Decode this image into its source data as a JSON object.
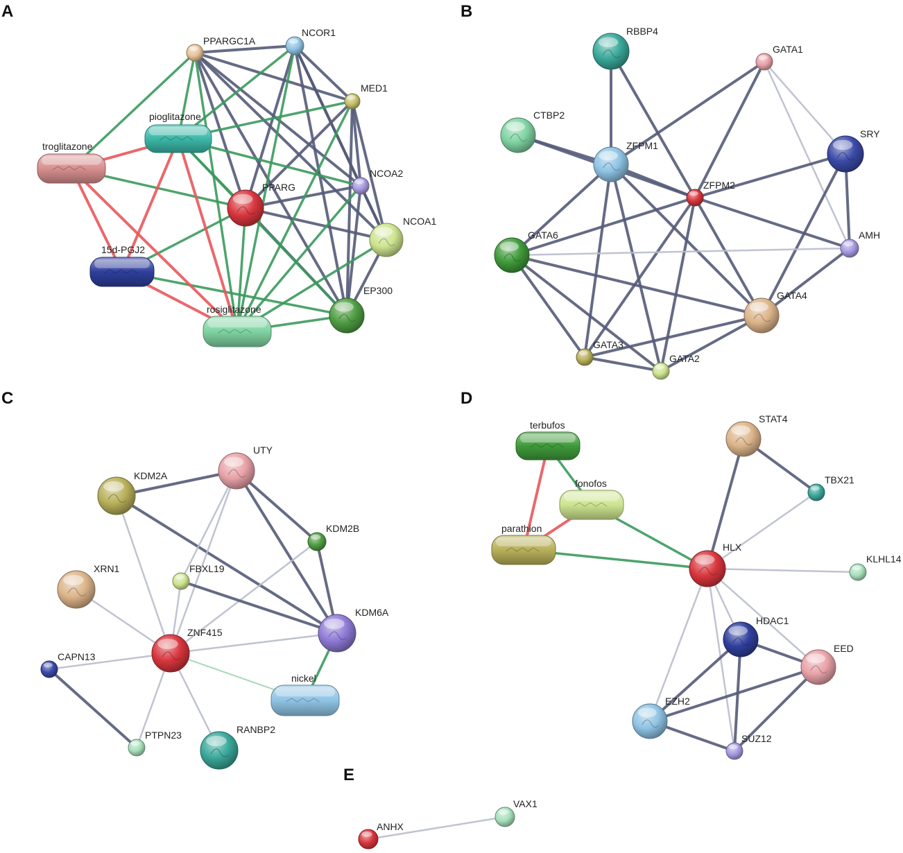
{
  "colors": {
    "protein_protein": "#545b78",
    "protein_protein_weak": "#b9bdcc",
    "chemical_protein": "#3a9a5c",
    "chemical_chemical": "#e8585b"
  },
  "panels": [
    {
      "letter": "A",
      "nodes": [
        {
          "id": "PPARGC1A",
          "label": "PPARGC1A",
          "kind": "protein",
          "color": "#e8c49a"
        },
        {
          "id": "NCOR1",
          "label": "NCOR1",
          "kind": "protein",
          "color": "#8fc3e4"
        },
        {
          "id": "MED1",
          "label": "MED1",
          "kind": "protein",
          "color": "#c7c26a"
        },
        {
          "id": "NCOA2",
          "label": "NCOA2",
          "kind": "protein",
          "color": "#a89ae0"
        },
        {
          "id": "NCOA1",
          "label": "NCOA1",
          "kind": "protein",
          "color": "#cde48f"
        },
        {
          "id": "EP300",
          "label": "EP300",
          "kind": "protein",
          "color": "#4f9e43"
        },
        {
          "id": "PPARG",
          "label": "PPARG",
          "kind": "protein",
          "color": "#d8363d"
        },
        {
          "id": "pioglitazone",
          "label": "pioglitazone",
          "kind": "chemical",
          "color": "#3cb8a8"
        },
        {
          "id": "troglitazone",
          "label": "troglitazone",
          "kind": "chemical",
          "color": "#d88f8f"
        },
        {
          "id": "15d-PGJ2",
          "label": "15d-PGJ2",
          "kind": "chemical",
          "color": "#2f3f9c"
        },
        {
          "id": "rosiglitazone",
          "label": "rosiglitazone",
          "kind": "chemical",
          "color": "#7fd3a2"
        }
      ],
      "edges": [
        [
          "PPARGC1A",
          "NCOR1",
          "pp"
        ],
        [
          "PPARGC1A",
          "MED1",
          "pp"
        ],
        [
          "PPARGC1A",
          "NCOA2",
          "pp"
        ],
        [
          "PPARGC1A",
          "NCOA1",
          "pp"
        ],
        [
          "PPARGC1A",
          "EP300",
          "pp"
        ],
        [
          "PPARGC1A",
          "PPARG",
          "pp"
        ],
        [
          "NCOR1",
          "MED1",
          "pp"
        ],
        [
          "NCOR1",
          "NCOA2",
          "pp"
        ],
        [
          "NCOR1",
          "NCOA1",
          "pp"
        ],
        [
          "NCOR1",
          "EP300",
          "pp"
        ],
        [
          "NCOR1",
          "PPARG",
          "pp"
        ],
        [
          "MED1",
          "NCOA2",
          "pp"
        ],
        [
          "MED1",
          "NCOA1",
          "pp"
        ],
        [
          "MED1",
          "EP300",
          "pp"
        ],
        [
          "MED1",
          "PPARG",
          "pp"
        ],
        [
          "NCOA2",
          "NCOA1",
          "pp"
        ],
        [
          "NCOA2",
          "EP300",
          "pp"
        ],
        [
          "NCOA2",
          "PPARG",
          "pp"
        ],
        [
          "NCOA1",
          "EP300",
          "pp"
        ],
        [
          "NCOA1",
          "PPARG",
          "pp"
        ],
        [
          "EP300",
          "PPARG",
          "pp"
        ],
        [
          "troglitazone",
          "PPARGC1A",
          "cp"
        ],
        [
          "troglitazone",
          "PPARG",
          "cp"
        ],
        [
          "pioglitazone",
          "PPARGC1A",
          "cp"
        ],
        [
          "pioglitazone",
          "NCOR1",
          "cp"
        ],
        [
          "pioglitazone",
          "MED1",
          "cp"
        ],
        [
          "pioglitazone",
          "NCOA2",
          "cp"
        ],
        [
          "pioglitazone",
          "PPARG",
          "cp"
        ],
        [
          "pioglitazone",
          "EP300",
          "cp"
        ],
        [
          "15d-PGJ2",
          "PPARG",
          "cp"
        ],
        [
          "15d-PGJ2",
          "EP300",
          "cp"
        ],
        [
          "rosiglitazone",
          "PPARGC1A",
          "cp"
        ],
        [
          "rosiglitazone",
          "NCOR1",
          "cp"
        ],
        [
          "rosiglitazone",
          "MED1",
          "cp"
        ],
        [
          "rosiglitazone",
          "NCOA2",
          "cp"
        ],
        [
          "rosiglitazone",
          "NCOA1",
          "cp"
        ],
        [
          "rosiglitazone",
          "EP300",
          "cp"
        ],
        [
          "rosiglitazone",
          "PPARG",
          "cp"
        ],
        [
          "troglitazone",
          "15d-PGJ2",
          "cc"
        ],
        [
          "troglitazone",
          "rosiglitazone",
          "cc"
        ],
        [
          "troglitazone",
          "pioglitazone",
          "cc"
        ],
        [
          "pioglitazone",
          "15d-PGJ2",
          "cc"
        ],
        [
          "pioglitazone",
          "rosiglitazone",
          "cc"
        ],
        [
          "15d-PGJ2",
          "rosiglitazone",
          "cc"
        ]
      ]
    },
    {
      "letter": "B",
      "nodes": [
        {
          "id": "RBBP4",
          "label": "RBBP4",
          "kind": "protein",
          "color": "#3aa89a"
        },
        {
          "id": "GATA1",
          "label": "GATA1",
          "kind": "protein",
          "color": "#e8a2a8"
        },
        {
          "id": "CTBP2",
          "label": "CTBP2",
          "kind": "protein",
          "color": "#7fd3a2"
        },
        {
          "id": "ZFPM1",
          "label": "ZFPM1",
          "kind": "protein",
          "color": "#8fc3e4"
        },
        {
          "id": "ZFPM2",
          "label": "ZFPM2",
          "kind": "protein",
          "color": "#d8363d"
        },
        {
          "id": "SRY",
          "label": "SRY",
          "kind": "protein",
          "color": "#3b4aa8"
        },
        {
          "id": "GATA6",
          "label": "GATA6",
          "kind": "protein",
          "color": "#3f9a3a"
        },
        {
          "id": "AMH",
          "label": "AMH",
          "kind": "protein",
          "color": "#a89ae0"
        },
        {
          "id": "GATA4",
          "label": "GATA4",
          "kind": "protein",
          "color": "#dcb48a"
        },
        {
          "id": "GATA3",
          "label": "GATA3",
          "kind": "protein",
          "color": "#b8b05a"
        },
        {
          "id": "GATA2",
          "label": "GATA2",
          "kind": "protein",
          "color": "#cde48f"
        }
      ],
      "edges": [
        [
          "RBBP4",
          "ZFPM1",
          "pp"
        ],
        [
          "RBBP4",
          "ZFPM2",
          "pp"
        ],
        [
          "CTBP2",
          "ZFPM1",
          "pp"
        ],
        [
          "CTBP2",
          "ZFPM2",
          "pp"
        ],
        [
          "GATA1",
          "ZFPM1",
          "pp"
        ],
        [
          "GATA1",
          "ZFPM2",
          "pp"
        ],
        [
          "GATA1",
          "SRY",
          "pw"
        ],
        [
          "GATA1",
          "AMH",
          "pw"
        ],
        [
          "ZFPM1",
          "ZFPM2",
          "pp"
        ],
        [
          "ZFPM1",
          "GATA6",
          "pp"
        ],
        [
          "ZFPM1",
          "GATA4",
          "pp"
        ],
        [
          "ZFPM1",
          "GATA3",
          "pp"
        ],
        [
          "ZFPM1",
          "GATA2",
          "pp"
        ],
        [
          "ZFPM2",
          "SRY",
          "pp"
        ],
        [
          "ZFPM2",
          "GATA6",
          "pp"
        ],
        [
          "ZFPM2",
          "AMH",
          "pp"
        ],
        [
          "ZFPM2",
          "GATA4",
          "pp"
        ],
        [
          "ZFPM2",
          "GATA3",
          "pp"
        ],
        [
          "ZFPM2",
          "GATA2",
          "pp"
        ],
        [
          "SRY",
          "AMH",
          "pp"
        ],
        [
          "SRY",
          "GATA4",
          "pp"
        ],
        [
          "AMH",
          "GATA4",
          "pp"
        ],
        [
          "GATA6",
          "AMH",
          "pw"
        ],
        [
          "GATA6",
          "GATA4",
          "pp"
        ],
        [
          "GATA6",
          "GATA3",
          "pp"
        ],
        [
          "GATA6",
          "GATA2",
          "pp"
        ],
        [
          "GATA4",
          "GATA3",
          "pp"
        ],
        [
          "GATA4",
          "GATA2",
          "pp"
        ],
        [
          "GATA3",
          "GATA2",
          "pp"
        ]
      ]
    },
    {
      "letter": "C",
      "nodes": [
        {
          "id": "UTY",
          "label": "UTY",
          "kind": "protein",
          "color": "#e8a2a8"
        },
        {
          "id": "KDM2A",
          "label": "KDM2A",
          "kind": "protein",
          "color": "#b8b05a"
        },
        {
          "id": "KDM2B",
          "label": "KDM2B",
          "kind": "protein",
          "color": "#4f9e43"
        },
        {
          "id": "FBXL19",
          "label": "FBXL19",
          "kind": "protein",
          "color": "#cde48f"
        },
        {
          "id": "XRN1",
          "label": "XRN1",
          "kind": "protein",
          "color": "#dcb48a"
        },
        {
          "id": "KDM6A",
          "label": "KDM6A",
          "kind": "protein",
          "color": "#8f7ad6"
        },
        {
          "id": "ZNF415",
          "label": "ZNF415",
          "kind": "protein",
          "color": "#d8363d"
        },
        {
          "id": "CAPN13",
          "label": "CAPN13",
          "kind": "protein",
          "color": "#3b4aa8"
        },
        {
          "id": "nickel",
          "label": "nickel",
          "kind": "chemical",
          "color": "#8fc3e4"
        },
        {
          "id": "PTPN23",
          "label": "PTPN23",
          "kind": "protein",
          "color": "#a8e0bc"
        },
        {
          "id": "RANBP2",
          "label": "RANBP2",
          "kind": "protein",
          "color": "#3aa89a"
        }
      ],
      "edges": [
        [
          "KDM2A",
          "UTY",
          "pp"
        ],
        [
          "KDM2A",
          "KDM6A",
          "pp"
        ],
        [
          "KDM2A",
          "ZNF415",
          "pw"
        ],
        [
          "UTY",
          "KDM2B",
          "pp"
        ],
        [
          "UTY",
          "FBXL19",
          "pw"
        ],
        [
          "UTY",
          "ZNF415",
          "pw"
        ],
        [
          "UTY",
          "KDM6A",
          "pp"
        ],
        [
          "KDM2B",
          "ZNF415",
          "pw"
        ],
        [
          "KDM2B",
          "KDM6A",
          "pp"
        ],
        [
          "FBXL19",
          "ZNF415",
          "pw"
        ],
        [
          "FBXL19",
          "KDM6A",
          "pp"
        ],
        [
          "XRN1",
          "ZNF415",
          "pw"
        ],
        [
          "CAPN13",
          "ZNF415",
          "pw"
        ],
        [
          "CAPN13",
          "PTPN23",
          "pp"
        ],
        [
          "ZNF415",
          "KDM6A",
          "pw"
        ],
        [
          "ZNF415",
          "PTPN23",
          "pw"
        ],
        [
          "ZNF415",
          "RANBP2",
          "pw"
        ],
        [
          "ZNF415",
          "nickel",
          "cpw"
        ],
        [
          "KDM6A",
          "nickel",
          "cp"
        ]
      ]
    },
    {
      "letter": "D",
      "nodes": [
        {
          "id": "terbufos",
          "label": "terbufos",
          "kind": "chemical",
          "color": "#3f9a3a"
        },
        {
          "id": "fonofos",
          "label": "fonofos",
          "kind": "chemical",
          "color": "#cde48f"
        },
        {
          "id": "parathion",
          "label": "parathion",
          "kind": "chemical",
          "color": "#b8b05a"
        },
        {
          "id": "STAT4",
          "label": "STAT4",
          "kind": "protein",
          "color": "#dcb48a"
        },
        {
          "id": "TBX21",
          "label": "TBX21",
          "kind": "protein",
          "color": "#3aa89a"
        },
        {
          "id": "HLX",
          "label": "HLX",
          "kind": "protein",
          "color": "#d8363d"
        },
        {
          "id": "KLHL14",
          "label": "KLHL14",
          "kind": "protein",
          "color": "#a8e0bc"
        },
        {
          "id": "HDAC1",
          "label": "HDAC1",
          "kind": "protein",
          "color": "#2f3f9c"
        },
        {
          "id": "EED",
          "label": "EED",
          "kind": "protein",
          "color": "#e8a2a8"
        },
        {
          "id": "EZH2",
          "label": "EZH2",
          "kind": "protein",
          "color": "#8fc3e4"
        },
        {
          "id": "SUZ12",
          "label": "SUZ12",
          "kind": "protein",
          "color": "#a89ae0"
        }
      ],
      "edges": [
        [
          "terbufos",
          "fonofos",
          "cp"
        ],
        [
          "terbufos",
          "parathion",
          "cc"
        ],
        [
          "fonofos",
          "parathion",
          "cc"
        ],
        [
          "fonofos",
          "HLX",
          "cp"
        ],
        [
          "parathion",
          "HLX",
          "cp"
        ],
        [
          "STAT4",
          "TBX21",
          "pp"
        ],
        [
          "STAT4",
          "HLX",
          "pp"
        ],
        [
          "TBX21",
          "HLX",
          "pw"
        ],
        [
          "HLX",
          "KLHL14",
          "pw"
        ],
        [
          "HLX",
          "HDAC1",
          "pw"
        ],
        [
          "HLX",
          "EED",
          "pw"
        ],
        [
          "HLX",
          "EZH2",
          "pw"
        ],
        [
          "HLX",
          "SUZ12",
          "pw"
        ],
        [
          "HDAC1",
          "EED",
          "pp"
        ],
        [
          "HDAC1",
          "EZH2",
          "pp"
        ],
        [
          "HDAC1",
          "SUZ12",
          "pp"
        ],
        [
          "EED",
          "EZH2",
          "pp"
        ],
        [
          "EED",
          "SUZ12",
          "pp"
        ],
        [
          "EZH2",
          "SUZ12",
          "pp"
        ]
      ]
    },
    {
      "letter": "E",
      "nodes": [
        {
          "id": "ANHX",
          "label": "ANHX",
          "kind": "protein",
          "color": "#d8363d"
        },
        {
          "id": "VAX1",
          "label": "VAX1",
          "kind": "protein",
          "color": "#a8e0bc"
        }
      ],
      "edges": [
        [
          "ANHX",
          "VAX1",
          "pw"
        ]
      ]
    }
  ]
}
